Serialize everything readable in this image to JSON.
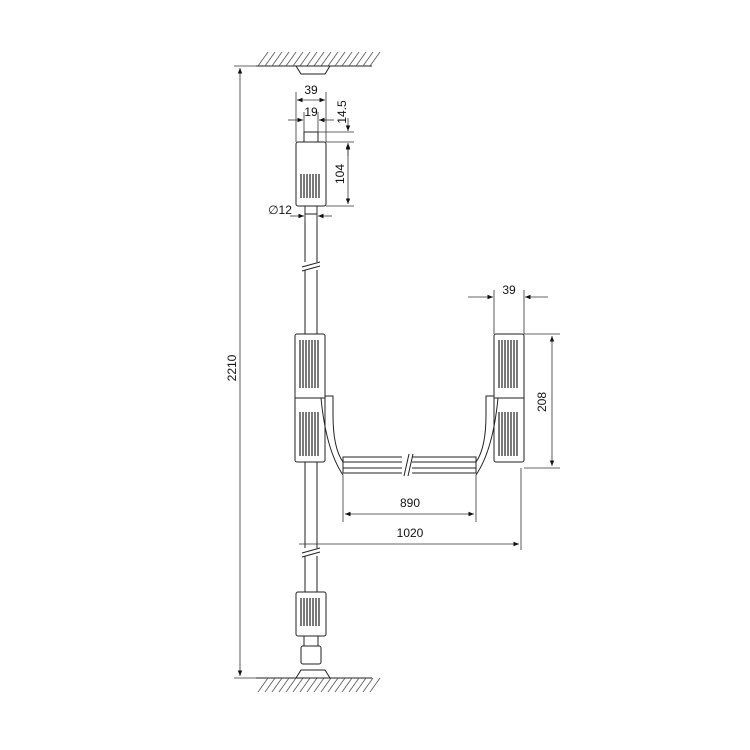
{
  "dimensions": {
    "top_width": "39",
    "top_inner_width": "19",
    "top_cap_height": "14.5",
    "top_body_height": "104",
    "rod_diameter": "∅12",
    "total_height": "2210",
    "right_width": "39",
    "right_height": "208",
    "bar_length": "890",
    "overall_width": "1020"
  }
}
